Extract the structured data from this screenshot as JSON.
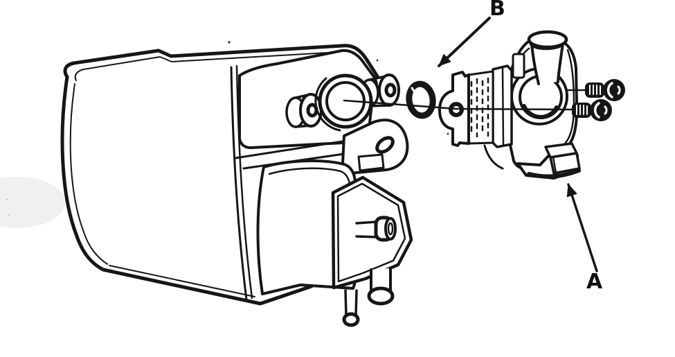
{
  "figure": {
    "type": "exploded-parts-diagram",
    "background_color": "#ffffff",
    "line_color": "#161616",
    "artifact_color": "#f0f0f0",
    "callouts": {
      "b": {
        "text": "B"
      },
      "a": {
        "text": "A"
      }
    }
  }
}
